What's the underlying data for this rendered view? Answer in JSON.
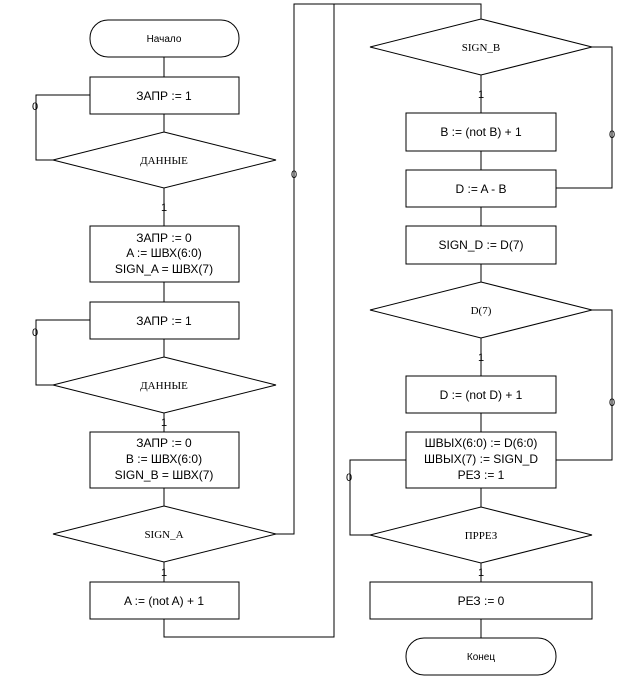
{
  "flowchart": {
    "start": "Начало",
    "end": "Конец",
    "left": {
      "p1": "ЗАПР := 1",
      "d1": "ДАННЫЕ",
      "p2": [
        "ЗАПР := 0",
        "A := ШВХ(6:0)",
        "SIGN_A = ШВХ(7)"
      ],
      "p3": "ЗАПР := 1",
      "d2": "ДАННЫЕ",
      "p4": [
        "ЗАПР := 0",
        "B := ШВХ(6:0)",
        "SIGN_B = ШВХ(7)"
      ],
      "d3": "SIGN_A",
      "p5": "A := (not A) + 1"
    },
    "right": {
      "d1": "SIGN_B",
      "p1": "B := (not B) + 1",
      "p2": "D := A - B",
      "p3": "SIGN_D := D(7)",
      "d2": "D(7)",
      "p4": "D := (not D) + 1",
      "p5": [
        "ШВЫХ(6:0) := D(6:0)",
        "ШВЫХ(7) := SIGN_D",
        "РЕЗ := 1"
      ],
      "d3": "ПРРЕЗ",
      "p6": "РЕЗ := 0"
    },
    "labels": {
      "yes": "1",
      "no": "0"
    }
  }
}
